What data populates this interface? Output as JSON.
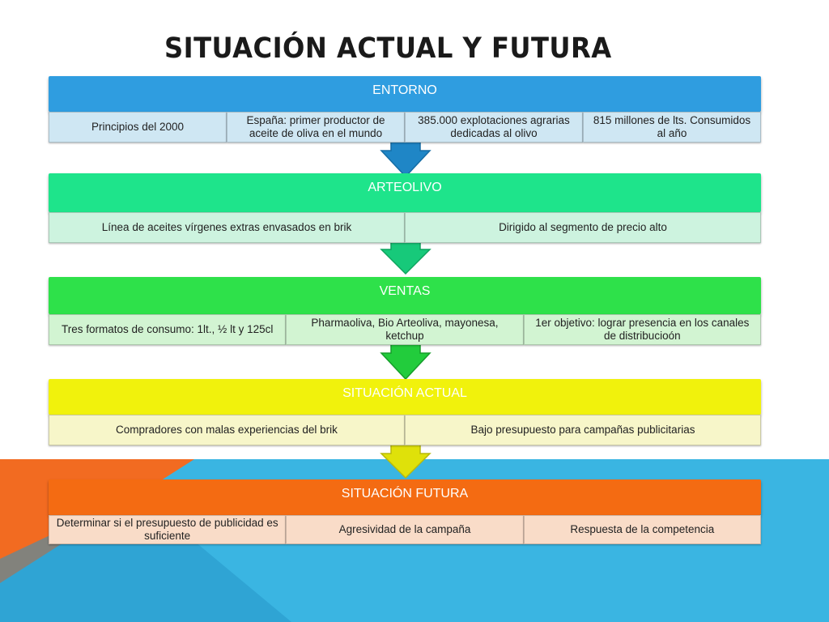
{
  "title": "SITUACIÓN ACTUAL Y FUTURA",
  "groups": [
    {
      "label": "ENTORNO",
      "color": "#2f9de0",
      "cell_color": "#cfe7f3",
      "items": [
        "Principios del 2000",
        "España: primer productor de aceite de oliva en el mundo",
        "385.000 explotaciones agrarias dedicadas al olivo",
        "815 millones de lts. Consumidos al año"
      ]
    },
    {
      "label": "ARTEOLIVO",
      "color": "#1ee48b",
      "cell_color": "#cdf3df",
      "items": [
        "Línea de aceites  vírgenes extras envasados en brik",
        "Dirigido al segmento de precio alto"
      ]
    },
    {
      "label": "VENTAS",
      "color": "#2ee14a",
      "cell_color": "#d2f4d2",
      "items": [
        "Tres formatos de consumo: 1lt., ½ lt y 125cl",
        "Pharmaoliva, Bio Arteoliva, mayonesa, ketchup",
        "1er objetivo: lograr presencia en los canales de distribucioón"
      ]
    },
    {
      "label": "SITUACIÓN ACTUAL",
      "color": "#f1f20c",
      "cell_color": "#f7f6c9",
      "items": [
        "Compradores con malas experiencias del brik",
        "Bajo presupuesto para campañas publicitarias"
      ]
    },
    {
      "label": "SITUACIÓN FUTURA",
      "color": "#f46b12",
      "cell_color": "#f9dcc8",
      "items": [
        "Determinar  si el presupuesto de publicidad  es suficiente",
        "Agresividad de la  campaña",
        "Respuesta de la competencia"
      ]
    }
  ]
}
